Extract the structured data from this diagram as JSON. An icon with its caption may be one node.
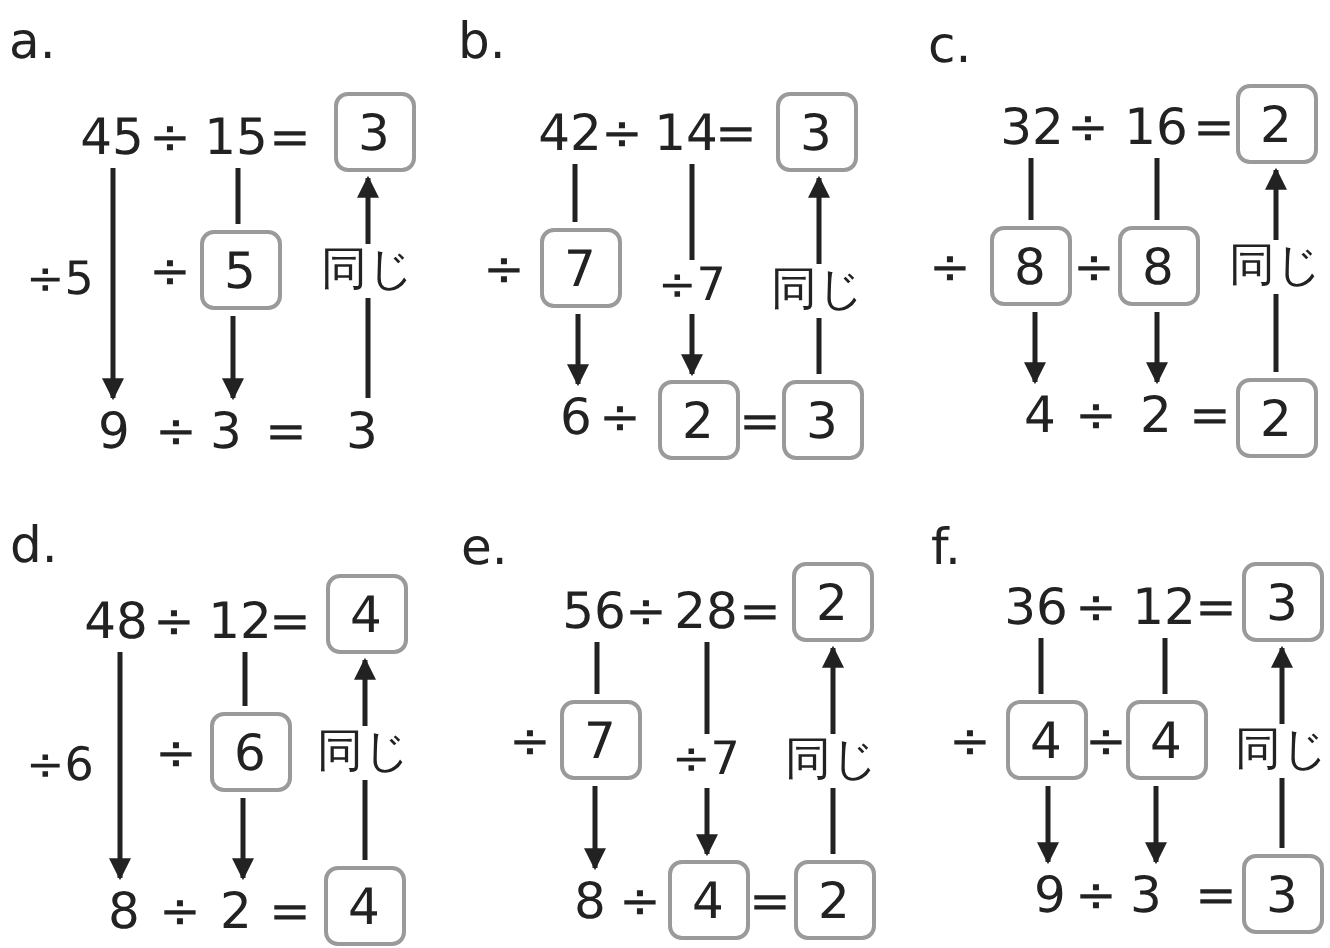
{
  "diagram": {
    "nodes": [
      {
        "text": [
          "45"
        ]
      },
      {
        "text": [
          "15"
        ]
      },
      {
        "text": [
          "3"
        ]
      },
      {
        "text": [
          "5"
        ]
      },
      {
        "text": [
          "9"
        ]
      },
      {
        "text": [
          "3"
        ]
      },
      {
        "text": [
          "3"
        ]
      },
      {
        "text": [
          "42"
        ]
      },
      {
        "text": [
          "14"
        ]
      },
      {
        "text": [
          "3"
        ]
      },
      {
        "text": [
          "7"
        ]
      },
      {
        "text": [
          "6"
        ]
      },
      {
        "text": [
          "2"
        ]
      },
      {
        "text": [
          "3"
        ]
      },
      {
        "text": [
          "32"
        ]
      },
      {
        "text": [
          "16"
        ]
      },
      {
        "text": [
          "2"
        ]
      },
      {
        "text": [
          "8"
        ]
      },
      {
        "text": [
          "8"
        ]
      },
      {
        "text": [
          "4"
        ]
      },
      {
        "text": [
          "2"
        ]
      },
      {
        "text": [
          "2"
        ]
      },
      {
        "text": [
          "48"
        ]
      },
      {
        "text": [
          "12"
        ]
      },
      {
        "text": [
          "4"
        ]
      },
      {
        "text": [
          "6"
        ]
      },
      {
        "text": [
          "8"
        ]
      },
      {
        "text": [
          "2"
        ]
      },
      {
        "text": [
          "4"
        ]
      },
      {
        "text": [
          "56"
        ]
      },
      {
        "text": [
          "28"
        ]
      },
      {
        "text": [
          "2"
        ]
      },
      {
        "text": [
          "7"
        ]
      },
      {
        "text": [
          "8"
        ]
      },
      {
        "text": [
          "4"
        ]
      },
      {
        "text": [
          "2"
        ]
      },
      {
        "text": [
          "36"
        ]
      },
      {
        "text": [
          "12"
        ]
      },
      {
        "text": [
          "3"
        ]
      },
      {
        "text": [
          "4"
        ]
      },
      {
        "text": [
          "4"
        ]
      },
      {
        "text": [
          "9"
        ]
      },
      {
        "text": [
          "3"
        ]
      },
      {
        "text": [
          "3"
        ]
      }
    ],
    "edges": [
      {
        "from": 0,
        "to": 4,
        "arrow": "to",
        "label": "÷5"
      },
      {
        "from": 1,
        "to": 3,
        "arrow": "none"
      },
      {
        "from": 3,
        "to": 5,
        "arrow": "to"
      },
      {
        "from": 6,
        "to": 2,
        "arrow": "to",
        "label": "同じ"
      },
      {
        "from": 7,
        "to": 10,
        "arrow": "none"
      },
      {
        "from": 10,
        "to": 11,
        "arrow": "to"
      },
      {
        "from": 8,
        "to": 12,
        "arrow": "to",
        "label": "÷7"
      },
      {
        "from": 13,
        "to": 9,
        "arrow": "to",
        "label": "同じ"
      },
      {
        "from": 14,
        "to": 17,
        "arrow": "none"
      },
      {
        "from": 17,
        "to": 19,
        "arrow": "to"
      },
      {
        "from": 15,
        "to": 18,
        "arrow": "none"
      },
      {
        "from": 18,
        "to": 20,
        "arrow": "to"
      },
      {
        "from": 21,
        "to": 16,
        "arrow": "to",
        "label": "同じ"
      },
      {
        "from": 22,
        "to": 26,
        "arrow": "to",
        "label": "÷6"
      },
      {
        "from": 23,
        "to": 25,
        "arrow": "none"
      },
      {
        "from": 25,
        "to": 27,
        "arrow": "to"
      },
      {
        "from": 28,
        "to": 24,
        "arrow": "to",
        "label": "同じ"
      },
      {
        "from": 29,
        "to": 32,
        "arrow": "none"
      },
      {
        "from": 32,
        "to": 33,
        "arrow": "to"
      },
      {
        "from": 30,
        "to": 34,
        "arrow": "to",
        "label": "÷7"
      },
      {
        "from": 35,
        "to": 31,
        "arrow": "to",
        "label": "同じ"
      },
      {
        "from": 36,
        "to": 39,
        "arrow": "none"
      },
      {
        "from": 39,
        "to": 41,
        "arrow": "to"
      },
      {
        "from": 37,
        "to": 40,
        "arrow": "none"
      },
      {
        "from": 40,
        "to": 42,
        "arrow": "to"
      },
      {
        "from": 43,
        "to": 38,
        "arrow": "to",
        "label": "同じ"
      }
    ],
    "labels": [
      "a.",
      "÷",
      "=",
      "÷",
      "÷",
      "=",
      "b.",
      "÷",
      "=",
      "÷",
      "÷",
      "=",
      "c.",
      "÷",
      "=",
      "÷",
      "÷",
      "÷",
      "=",
      "d.",
      "÷",
      "=",
      "÷",
      "÷",
      "=",
      "e.",
      "÷",
      "=",
      "÷",
      "÷",
      "=",
      "f.",
      "÷",
      "=",
      "÷",
      "÷",
      "÷",
      "="
    ]
  }
}
